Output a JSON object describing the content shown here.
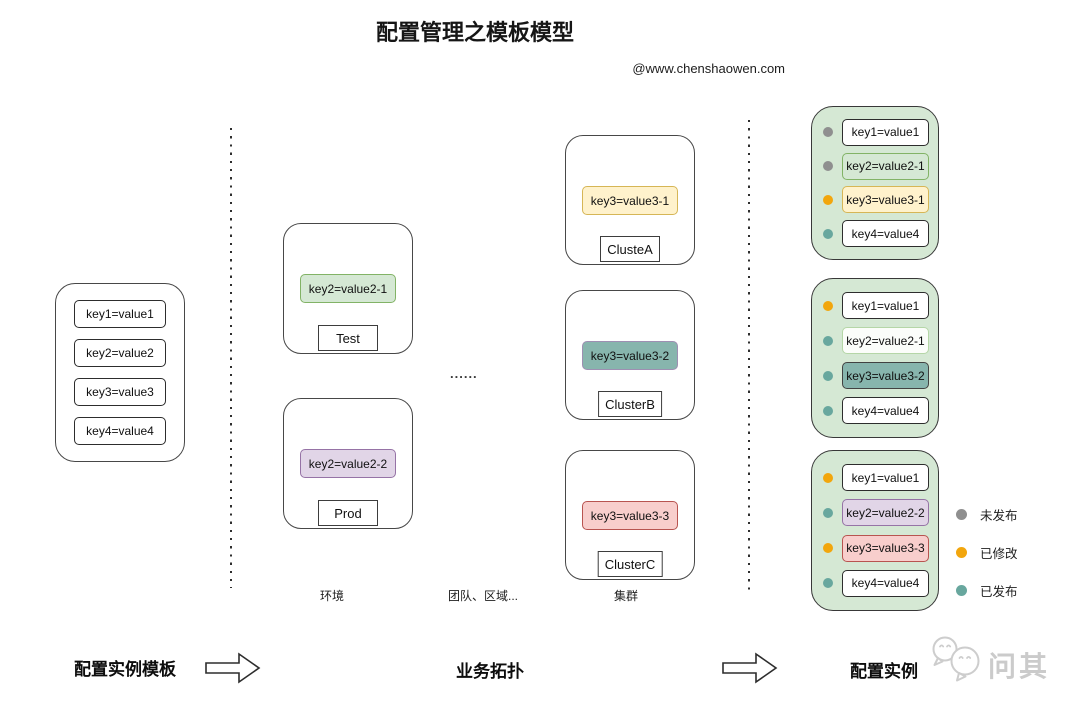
{
  "title": "配置管理之模板模型",
  "watermark": "@www.chenshaowen.com",
  "colors": {
    "green_fill": "#d5e8d4",
    "green_border": "#82b366",
    "green_faint_fill": "#fbfdfa",
    "green_faint_border": "#b5d6a7",
    "purple_fill": "#e1d5e7",
    "purple_border": "#9673a6",
    "yellow_fill": "#fff2cc",
    "yellow_border": "#d6b656",
    "teal_fill": "#87b5ad",
    "teal_border_light": "#9e8fb2",
    "teal_border_dark": "#424242",
    "red_fill": "#f8cecc",
    "red_border": "#b85450",
    "instance_container_fill": "#d5e8d4",
    "dot_gray": "#8f8f8f",
    "dot_orange": "#f2a60d",
    "dot_teal": "#68a79e"
  },
  "template_box": {
    "items": [
      "key1=value1",
      "key2=value2",
      "key3=value3",
      "key4=value4"
    ]
  },
  "env_boxes": [
    {
      "label": "Test",
      "item": "key2=value2-1",
      "color": "green"
    },
    {
      "label": "Prod",
      "item": "key2=value2-2",
      "color": "purple"
    }
  ],
  "cluster_boxes": [
    {
      "label": "ClusteA",
      "item": "key3=value3-1",
      "color": "yellow"
    },
    {
      "label": "ClusterB",
      "item": "key3=value3-2",
      "color": "teal"
    },
    {
      "label": "ClusterC",
      "item": "key3=value3-3",
      "color": "red"
    }
  ],
  "instance_boxes": [
    {
      "rows": [
        {
          "dot": "gray",
          "text": "key1=value1",
          "color": "white"
        },
        {
          "dot": "gray",
          "text": "key2=value2-1",
          "color": "green"
        },
        {
          "dot": "orange",
          "text": "key3=value3-1",
          "color": "yellow"
        },
        {
          "dot": "teal",
          "text": "key4=value4",
          "color": "white"
        }
      ]
    },
    {
      "rows": [
        {
          "dot": "orange",
          "text": "key1=value1",
          "color": "white"
        },
        {
          "dot": "teal",
          "text": "key2=value2-1",
          "color": "green-faint"
        },
        {
          "dot": "teal",
          "text": "key3=value3-2",
          "color": "teal-dark"
        },
        {
          "dot": "teal",
          "text": "key4=value4",
          "color": "white"
        }
      ]
    },
    {
      "rows": [
        {
          "dot": "orange",
          "text": "key1=value1",
          "color": "white"
        },
        {
          "dot": "teal",
          "text": "key2=value2-2",
          "color": "purple"
        },
        {
          "dot": "orange",
          "text": "key3=value3-3",
          "color": "red"
        },
        {
          "dot": "teal",
          "text": "key4=value4",
          "color": "white"
        }
      ]
    }
  ],
  "legend": [
    {
      "dot": "gray",
      "label": "未发布"
    },
    {
      "dot": "orange",
      "label": "已修改"
    },
    {
      "dot": "teal",
      "label": "已发布"
    }
  ],
  "column_labels": {
    "env": "环境",
    "team": "团队、区域...",
    "cluster": "集群",
    "more": "......"
  },
  "flow_labels": {
    "left": "配置实例模板",
    "middle": "业务拓扑",
    "right": "配置实例"
  },
  "logo": {
    "text": "问其"
  }
}
